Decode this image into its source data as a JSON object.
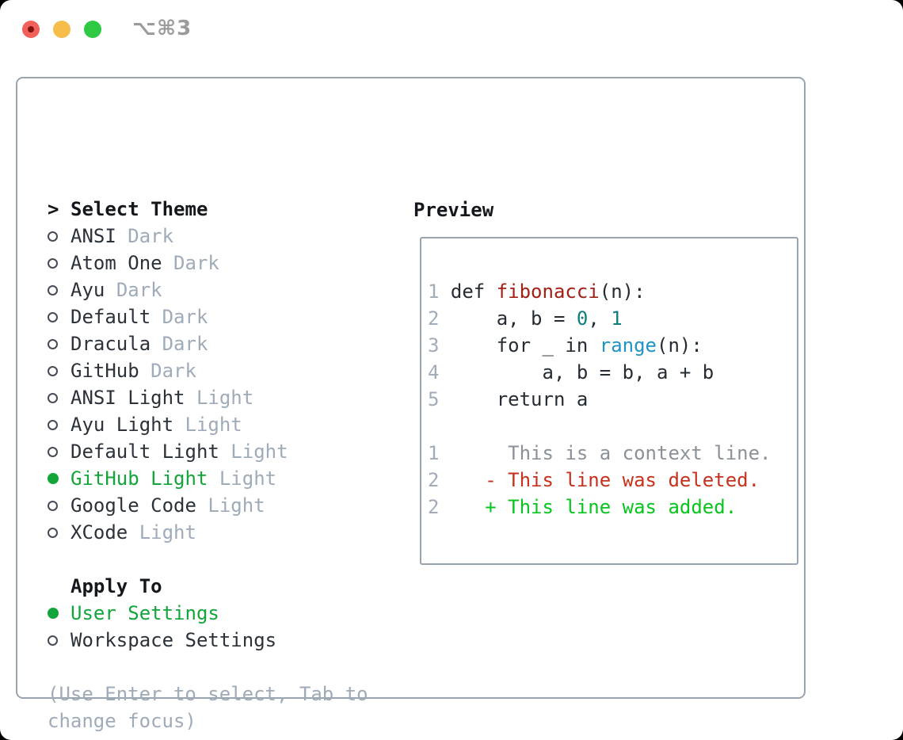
{
  "titlebar": {
    "shortcut": "⌥⌘3"
  },
  "theme_panel": {
    "prompt": ">",
    "title": "Select Theme",
    "themes": [
      {
        "name": "ANSI",
        "variant": "Dark",
        "selected": false
      },
      {
        "name": "Atom One",
        "variant": "Dark",
        "selected": false
      },
      {
        "name": "Ayu",
        "variant": "Dark",
        "selected": false
      },
      {
        "name": "Default",
        "variant": "Dark",
        "selected": false
      },
      {
        "name": "Dracula",
        "variant": "Dark",
        "selected": false
      },
      {
        "name": "GitHub",
        "variant": "Dark",
        "selected": false
      },
      {
        "name": "ANSI Light",
        "variant": "Light",
        "selected": false
      },
      {
        "name": "Ayu Light",
        "variant": "Light",
        "selected": false
      },
      {
        "name": "Default Light",
        "variant": "Light",
        "selected": false
      },
      {
        "name": "GitHub Light",
        "variant": "Light",
        "selected": true
      },
      {
        "name": "Google Code",
        "variant": "Light",
        "selected": false
      },
      {
        "name": "XCode",
        "variant": "Light",
        "selected": false
      }
    ],
    "apply_to": {
      "title": "Apply To",
      "options": [
        {
          "name": "User Settings",
          "selected": true
        },
        {
          "name": "Workspace Settings",
          "selected": false
        }
      ]
    },
    "help": "(Use Enter to select, Tab to change focus)"
  },
  "preview": {
    "title": "Preview",
    "code": {
      "line1": {
        "num": "1 ",
        "t1": "def ",
        "t2": "fibonacci",
        "t3": "(n):"
      },
      "line2": {
        "num": "2 ",
        "t1": "    a, b = ",
        "t2": "0",
        "t3": ", ",
        "t4": "1"
      },
      "line3": {
        "num": "3 ",
        "t1": "    for _ in ",
        "t2": "range",
        "t3": "(n):"
      },
      "line4": {
        "num": "4 ",
        "t1": "        a, b = b, a + b"
      },
      "line5": {
        "num": "5 ",
        "t1": "    return a"
      },
      "diff1": {
        "num": "1 ",
        "t1": "     This is a context line."
      },
      "diff2": {
        "num": "2 ",
        "t1": "   - This line was deleted."
      },
      "diff3": {
        "num": "2 ",
        "t1": "   + This line was added."
      }
    }
  },
  "colors": {
    "selected_green": "#12a53a",
    "added_green": "#06c51d",
    "deleted_red": "#c5311d",
    "function_red": "#a32016",
    "number_teal": "#0f7d7d",
    "builtin_blue": "#1f93c4",
    "muted_gray": "#9fabb8",
    "border_gray": "#9aa4ae",
    "text_dark": "#262c33"
  }
}
